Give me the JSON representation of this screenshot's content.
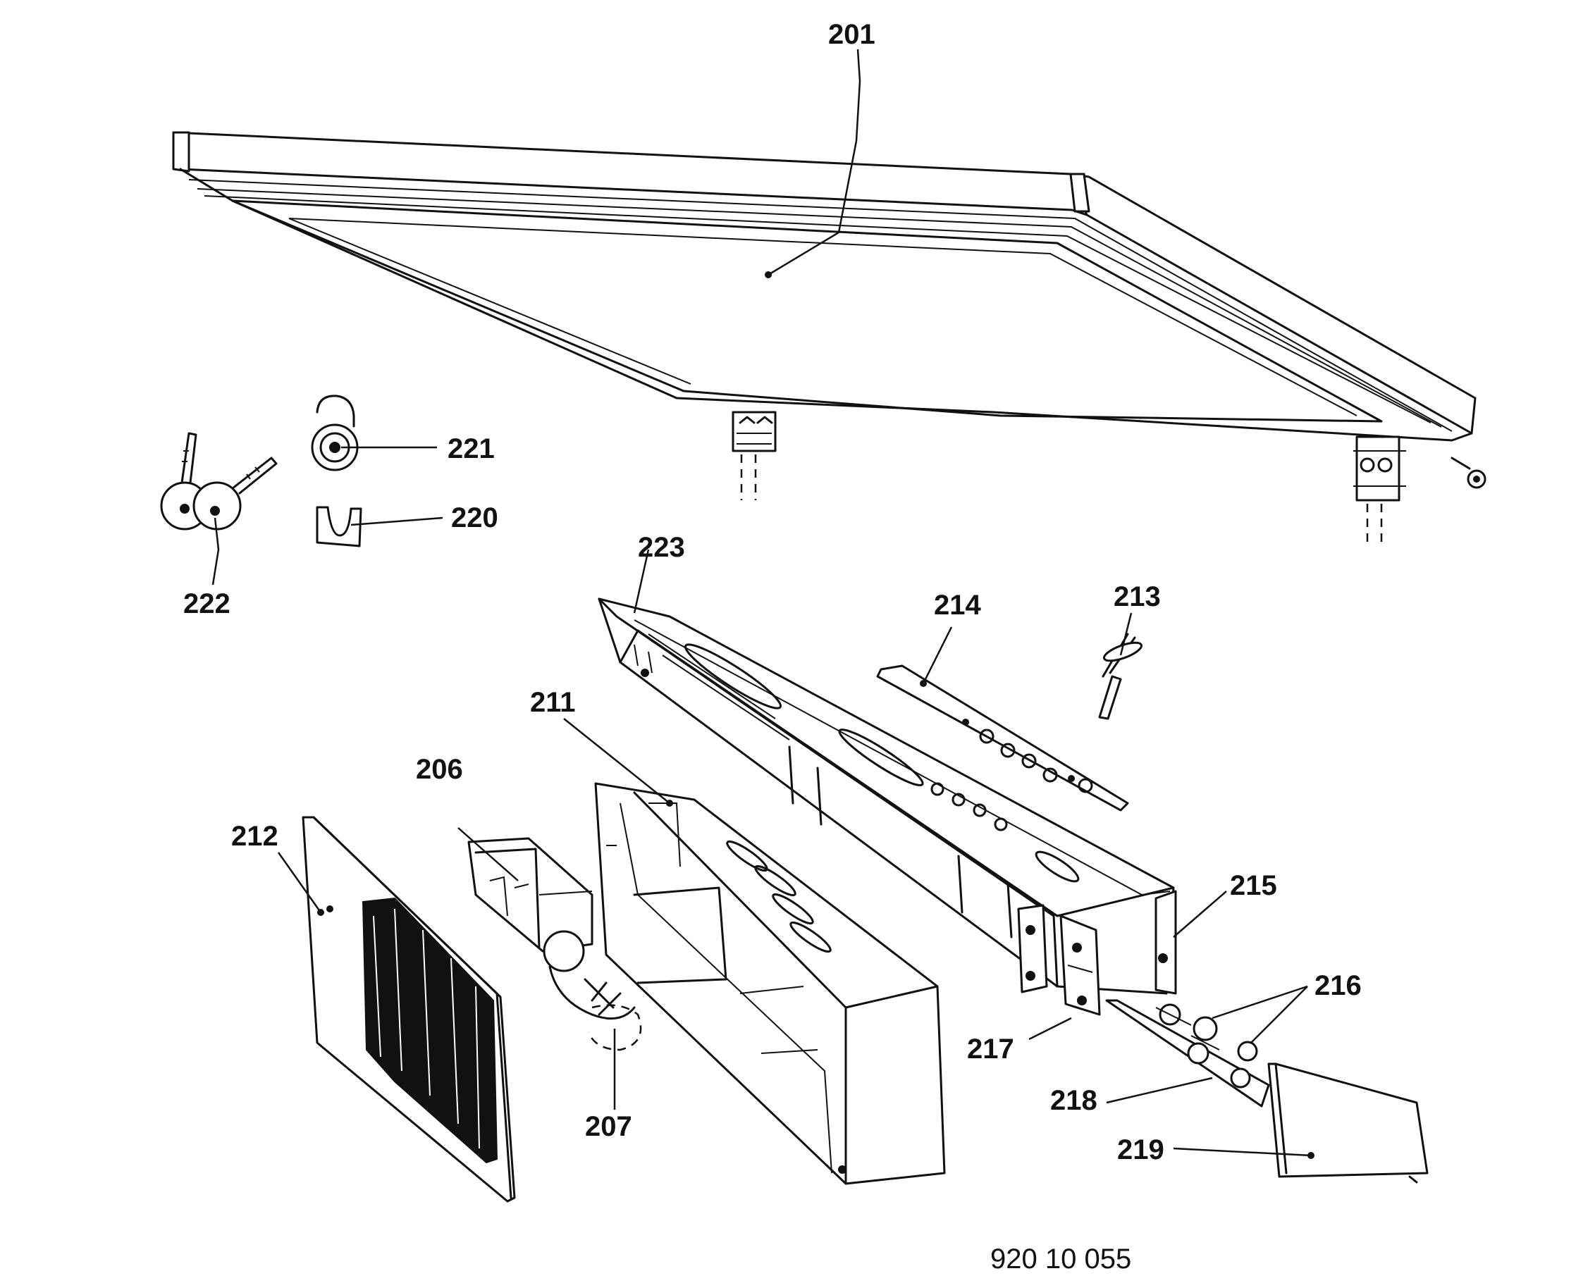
{
  "labels": {
    "p201": "201",
    "p206": "206",
    "p207": "207",
    "p211": "211",
    "p212": "212",
    "p213": "213",
    "p214": "214",
    "p215": "215",
    "p216": "216",
    "p217": "217",
    "p218": "218",
    "p219": "219",
    "p220": "220",
    "p221": "221",
    "p222": "222",
    "p223": "223"
  },
  "document_number": "920 10 055"
}
